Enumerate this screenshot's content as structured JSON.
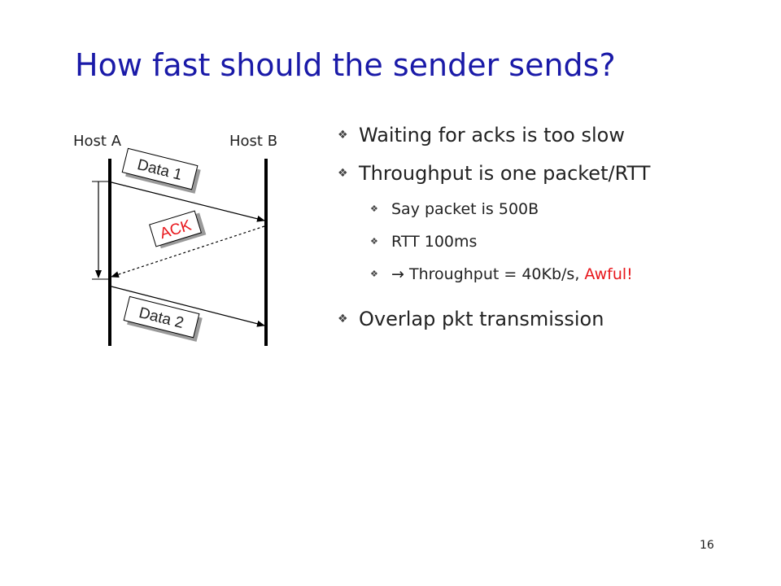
{
  "title": "How fast should the sender sends?",
  "diagram": {
    "host_a": "Host A",
    "host_b": "Host B",
    "data1": "Data 1",
    "ack": "ACK",
    "data2": "Data 2"
  },
  "bullets": [
    {
      "text": "Waiting for acks is too slow"
    },
    {
      "text": "Throughput is one packet/RTT"
    }
  ],
  "sub_bullets": [
    {
      "text": "Say packet is 500B"
    },
    {
      "text": "RTT 100ms"
    },
    {
      "arrow": "→",
      "text": " Throughput = 40Kb/s, ",
      "highlight": "Awful!"
    }
  ],
  "last_bullet": {
    "text": "Overlap pkt transmission"
  },
  "bullet_glyph": "❖",
  "page_number": "16",
  "colors": {
    "title": "#1a1aa8",
    "ack": "#e8161b",
    "highlight": "#e8161b"
  }
}
